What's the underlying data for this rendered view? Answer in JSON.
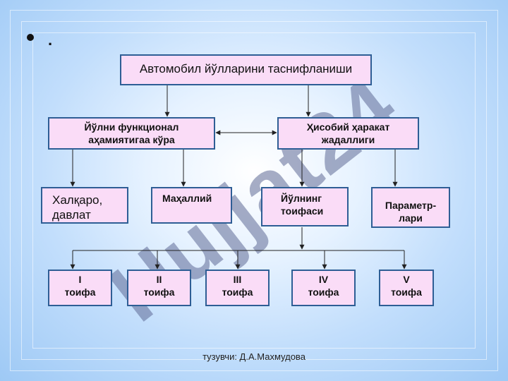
{
  "bullet": ".",
  "watermark": "Hujjat24",
  "root": "Автомобил йўлларини таснифланиши",
  "level1": {
    "left": [
      "Йўлни функционал",
      "аҳамиятигаа кўра"
    ],
    "right": [
      "Ҳисобий ҳаракат",
      "жадаллиги"
    ]
  },
  "level2": {
    "international": [
      "Халқаро,",
      "давлат"
    ],
    "local": "Маҳаллий",
    "road_category": [
      "Йўлнинг",
      "тоифаси"
    ],
    "parameters": [
      "Параметр-",
      "лари"
    ]
  },
  "categories": [
    {
      "numeral": "I",
      "label": "тоифа"
    },
    {
      "numeral": "II",
      "label": "тоифа"
    },
    {
      "numeral": "III",
      "label": "тоифа"
    },
    {
      "numeral": "IV",
      "label": "тоифа"
    },
    {
      "numeral": "V",
      "label": "тоифа"
    }
  ],
  "footer": "тузувчи: Д.А.Махмудова",
  "colors": {
    "box_fill": "#fadcf7",
    "box_border": "#2e5e95",
    "connector": "#222222"
  }
}
